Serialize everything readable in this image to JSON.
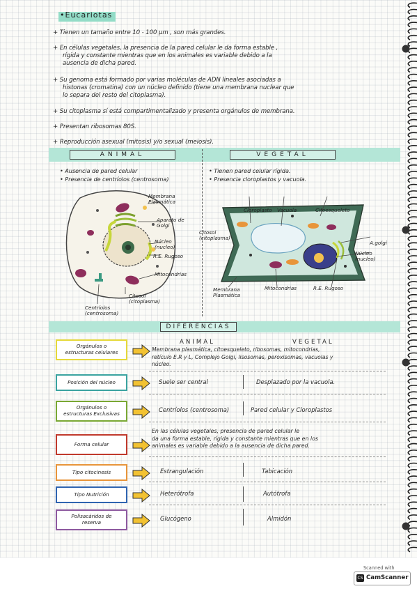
{
  "title": "•Eucariotas",
  "bullets": [
    "+ Tienen un tamaño entre 10 - 100 μm , son más grandes.",
    "+ En células vegetales, la presencia de la pared celular le da forma estable ,",
    "rígida y constante mientras que en los animales es variable debido a la",
    "ausencia de dicha pared.",
    "+ Su genoma está formado por varias moléculas de ADN lineales asociadas a",
    "histonas (cromatina) con un núcleo definido (tiene una membrana nuclear que",
    "lo separa del resto del citoplasma).",
    "+ Su citoplasma sí está compartimentalizado y presenta orgánulos de membrana.",
    "+ Presentan ribosomas 80S.",
    "+ Reproducción asexual (mitosis) y/o sexual (meiosis)."
  ],
  "animal": {
    "header": "ANIMAL",
    "points": [
      "• Ausencia de pared celular",
      "• Presencia de centríolos (centrosoma)"
    ],
    "labels": {
      "membrana": "Membrana\nPlasmática",
      "golgi": "Aparato de\nGolgi",
      "nucleo": "Núcleo\n(nucleo)",
      "re": "R.E. Rugoso",
      "mito": "Mitocondrias",
      "citosol": "Citosol\n(citoplasma)",
      "centriolos": "Centríolos\n(centrosoma)"
    }
  },
  "vegetal": {
    "header": "VEGETAL",
    "points": [
      "• Tienen pared celular rígida.",
      "• Presencia cloroplastos y vacuola."
    ],
    "labels": {
      "cloroplasto": "Cloroplasto",
      "vacuola": "Vacuola",
      "citoesqueleto": "Citoesqueleto",
      "citosol": "Citosol\n(citoplasma)",
      "golgi": "A.golgi",
      "nucleo": "Núcleo\n(nucleo)",
      "membrana": "Membrana\nPlasmática",
      "mito": "Mitocondrias",
      "re": "R.E. Rugoso"
    }
  },
  "diferencias": {
    "header": "DIFERENCIAS",
    "col_animal": "ANIMAL",
    "col_vegetal": "VEGETAL",
    "rows": [
      {
        "label": "Orgánulos o\nestructuras celulares",
        "color": "#e6d93a",
        "text": "Membrana plasmática, citoesqueleto, ribosomas, mitocondrias,\nretículo E.R y L, Complejo Golgi, lisosomas, peroxisomas, vacuolas y\nnúcleo.",
        "animal": "",
        "vegetal": ""
      },
      {
        "label": "Posición del núcleo",
        "color": "#3aa3a0",
        "text": "",
        "animal": "Suele ser central",
        "vegetal": "Desplazado por la vacuola."
      },
      {
        "label": "Orgánulos o\nestructuras Exclusivas",
        "color": "#7aa834",
        "text": "",
        "animal": "Centríolos (centrosoma)",
        "vegetal": "Pared celular y Cloroplastos"
      },
      {
        "label": "Forma celular",
        "color": "#c0392b",
        "text": "En las células vegetales, presencia de pared celular le\nda una forma estable, rígida y constante mientras que en los\nanimales es variable debido a la ausencia de dicha pared.",
        "animal": "",
        "vegetal": ""
      },
      {
        "label": "Tipo citocinesis",
        "color": "#e8953a",
        "text": "",
        "animal": "Estrangulación",
        "vegetal": "Tabicación"
      },
      {
        "label": "Tipo Nutrición",
        "color": "#2f64b0",
        "text": "",
        "animal": "Heterótrofa",
        "vegetal": "Autótrofa"
      },
      {
        "label": "Polisacáridos de\nreserva",
        "color": "#8e5aa0",
        "text": "",
        "animal": "Glucógeno",
        "vegetal": "Almidón"
      }
    ]
  },
  "footer": {
    "scanned": "Scanned with",
    "brand": "CamScanner",
    "icon_text": "CS"
  }
}
